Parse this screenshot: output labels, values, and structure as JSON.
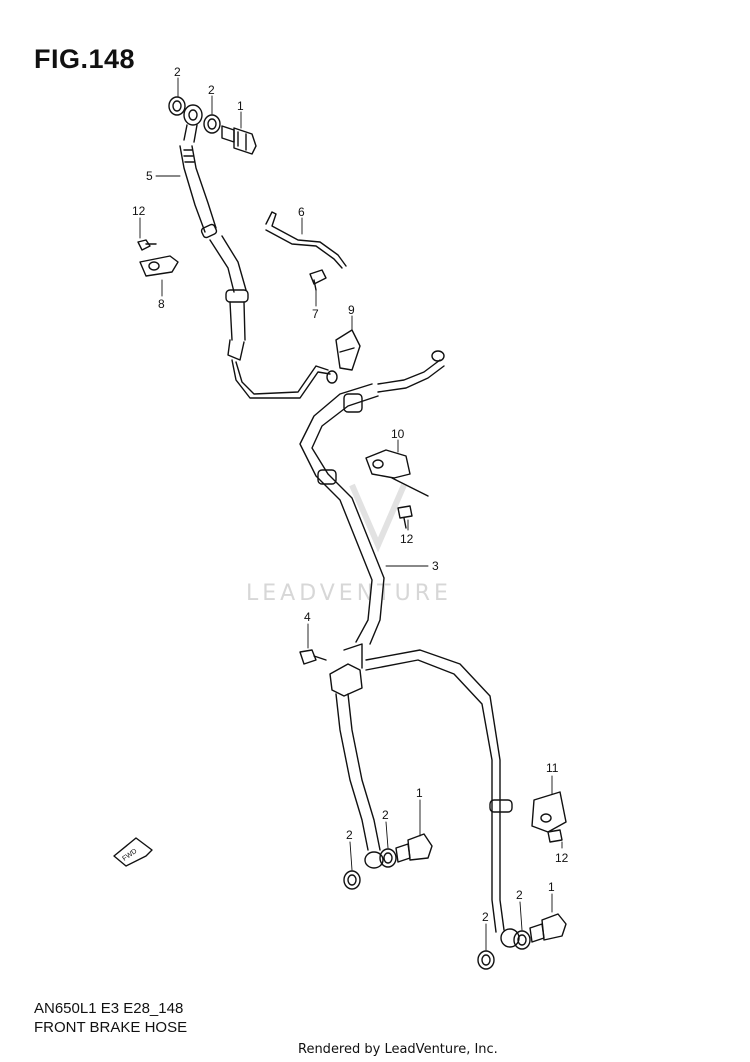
{
  "figure": {
    "title": "FIG.148",
    "model_code": "AN650L1 E3 E28_148",
    "caption": "FRONT BRAKE HOSE",
    "credit": "Rendered by LeadVenture, Inc.",
    "watermark": "LEADVENTURE",
    "fwd_arrow_text": "FWD"
  },
  "callouts": [
    {
      "id": "c2a",
      "text": "2"
    },
    {
      "id": "c2b",
      "text": "2"
    },
    {
      "id": "c1a",
      "text": "1"
    },
    {
      "id": "c5",
      "text": "5"
    },
    {
      "id": "c12a",
      "text": "12"
    },
    {
      "id": "c8",
      "text": "8"
    },
    {
      "id": "c6",
      "text": "6"
    },
    {
      "id": "c7",
      "text": "7"
    },
    {
      "id": "c9",
      "text": "9"
    },
    {
      "id": "c10",
      "text": "10"
    },
    {
      "id": "c12b",
      "text": "12"
    },
    {
      "id": "c3",
      "text": "3"
    },
    {
      "id": "c4",
      "text": "4"
    },
    {
      "id": "c11",
      "text": "11"
    },
    {
      "id": "c12c",
      "text": "12"
    },
    {
      "id": "c1b",
      "text": "1"
    },
    {
      "id": "c2c",
      "text": "2"
    },
    {
      "id": "c2d",
      "text": "2"
    },
    {
      "id": "c1c",
      "text": "1"
    },
    {
      "id": "c2e",
      "text": "2"
    },
    {
      "id": "c2f",
      "text": "2"
    }
  ],
  "colors": {
    "line": "#111111",
    "watermark": "#d7d7d7",
    "background": "#ffffff"
  }
}
